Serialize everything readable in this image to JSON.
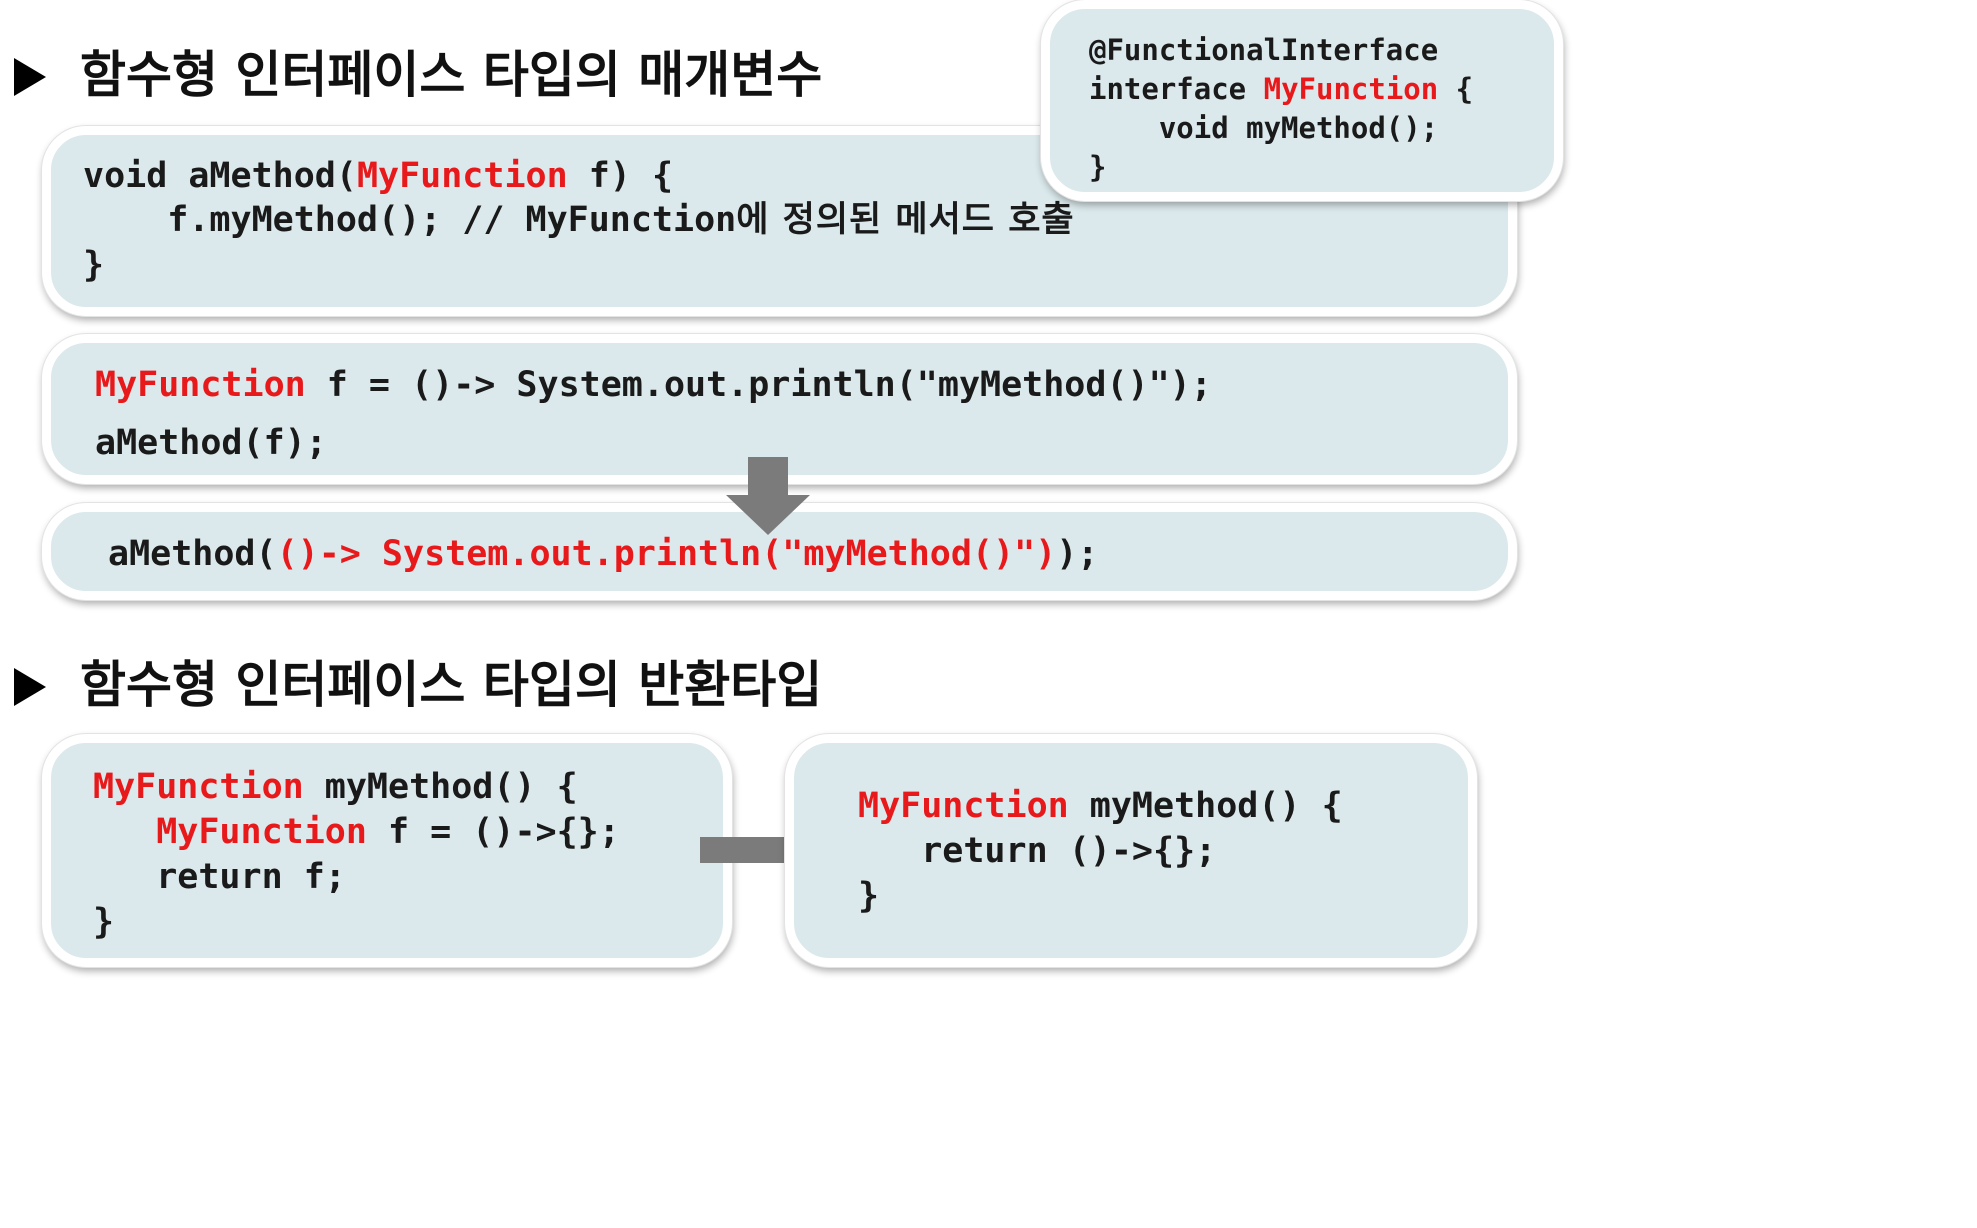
{
  "sections": {
    "param_title": "함수형 인터페이스 타입의 매개변수",
    "return_title": "함수형 인터페이스 타입의 반환타입"
  },
  "interface_box": {
    "line1": "@FunctionalInterface",
    "line2_kw": "interface ",
    "line2_name": "MyFunction",
    "line2_end": " {",
    "line3": "    void myMethod();",
    "line4": "}"
  },
  "amethod_box": {
    "line1_a": "void aMethod(",
    "line1_type": "MyFunction",
    "line1_b": " f) {",
    "line2_code": "    f.myMethod(); // MyFunction",
    "line2_comment_kr": "에 정의된 메서드 호출",
    "line3": "}"
  },
  "call_box": {
    "line1_type": "MyFunction",
    "line1_rest": " f = ()-> System.out.println(\"myMethod()\");",
    "line2": "aMethod(f);"
  },
  "inline_box": {
    "prefix": "aMethod(",
    "lambda": "()-> System.out.println(\"myMethod()\")",
    "suffix": ");"
  },
  "return_left_box": {
    "line1_type": "MyFunction",
    "line1_rest": " myMethod() {",
    "line2_indent": "   ",
    "line2_type": "MyFunction",
    "line2_rest": " f = ()->{};",
    "line3": "   return f;",
    "line4": "}"
  },
  "return_right_box": {
    "line1_type": "MyFunction",
    "line1_rest": " myMethod() {",
    "line2": "   return ()->{};",
    "line3": "}"
  },
  "colors": {
    "panel_fill": "#dbe9ec",
    "highlight": "#e8191b",
    "arrow": "#7b7b7b"
  }
}
